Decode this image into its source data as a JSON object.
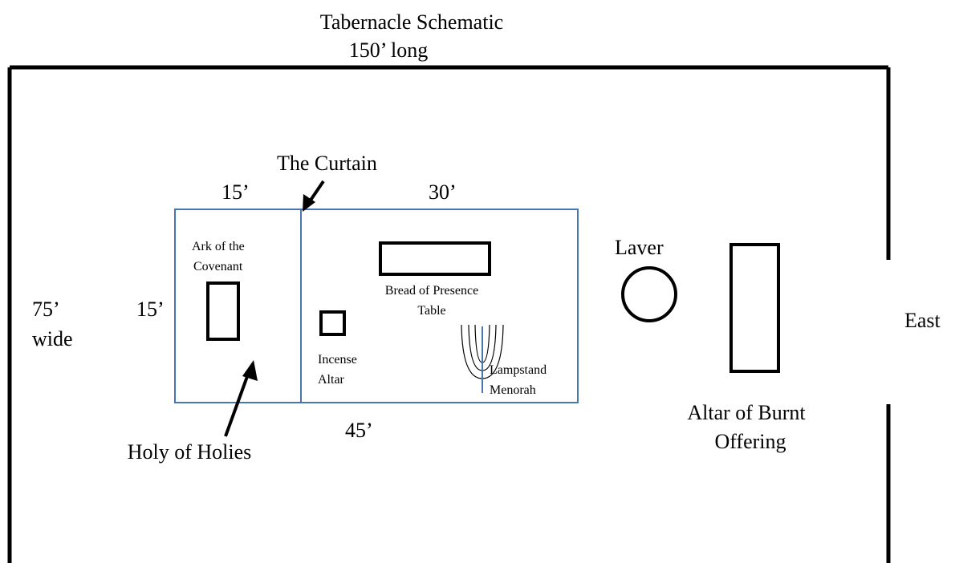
{
  "title": "Tabernacle Schematic",
  "length": "150’ long",
  "width_label_line1": "75’",
  "width_label_line2": "wide",
  "east": "East",
  "curtain_label": "The Curtain",
  "holy_of_holies_width": "15’",
  "holy_place_width": "30’",
  "tent_height": "15’",
  "tent_length": "45’",
  "ark_line1": "Ark of the",
  "ark_line2": "Covenant",
  "bread_line1": "Bread of Presence",
  "bread_line2": "Table",
  "incense_line1": "Incense",
  "incense_line2": "Altar",
  "lampstand_line1": "Lampstand",
  "lampstand_line2": "Menorah",
  "laver": "Laver",
  "altar_line1": "Altar of Burnt",
  "altar_line2": "Offering",
  "holy_of_holies": "Holy of Holies",
  "colors": {
    "ink": "#000000",
    "tent": "#4a76b0"
  }
}
